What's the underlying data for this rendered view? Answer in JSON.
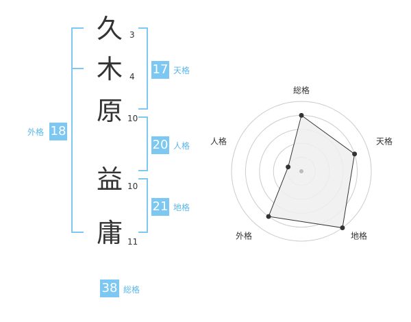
{
  "name_chars": [
    {
      "char": "久",
      "strokes": "3"
    },
    {
      "char": "木",
      "strokes": "4"
    },
    {
      "char": "原",
      "strokes": "10"
    },
    {
      "char": "益",
      "strokes": "10"
    },
    {
      "char": "庸",
      "strokes": "11"
    }
  ],
  "fortunes": {
    "tenkaku": {
      "value": "17",
      "label": "天格"
    },
    "jinkaku": {
      "value": "20",
      "label": "人格"
    },
    "chikaku": {
      "value": "21",
      "label": "地格"
    },
    "gaikaku": {
      "value": "18",
      "label": "外格"
    },
    "soukaku": {
      "value": "38",
      "label": "総格"
    }
  },
  "chart_data": {
    "type": "radar",
    "axes": [
      "総格",
      "天格",
      "地格",
      "外格",
      "人格"
    ],
    "values": [
      4,
      4,
      5,
      4,
      1
    ],
    "max": 5,
    "grid": true,
    "colors": {
      "fill": "#efefef",
      "line": "#333333",
      "grid": "#cccccc",
      "dot": "#333333",
      "center": "#bbbbbb"
    }
  }
}
